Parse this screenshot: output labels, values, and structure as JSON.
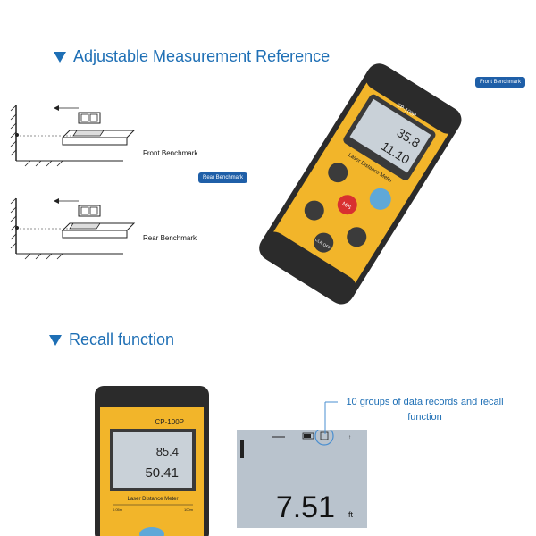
{
  "sections": [
    {
      "title": "Adjustable Measurement Reference"
    },
    {
      "title": "Recall function"
    }
  ],
  "diagrams": {
    "front_label": "Front Benchmark",
    "rear_label": "Rear Benchmark"
  },
  "callouts": {
    "front": "Front Benchmark",
    "rear": "Rear Benchmark"
  },
  "device": {
    "model": "CP-100P",
    "product_name": "Laser Distance Meter",
    "display_top": "35.8",
    "display_bottom": "11.10",
    "button_ms": "M/S",
    "button_clr": "CLR OFF"
  },
  "recall_device": {
    "model": "CP-100P",
    "display_top": "85.4",
    "display_bottom": "50.41",
    "product_name": "Laser Distance Meter",
    "scale_min": "0.05m",
    "scale_max": "100m"
  },
  "recall_screen": {
    "reading": "7.51",
    "unit": "ft",
    "note": "10 groups of data records and recall function"
  },
  "colors": {
    "accent": "#1e6fb5",
    "device_yellow": "#f2b52a",
    "device_black": "#2b2b2b",
    "lcd": "#c9d1d8"
  }
}
